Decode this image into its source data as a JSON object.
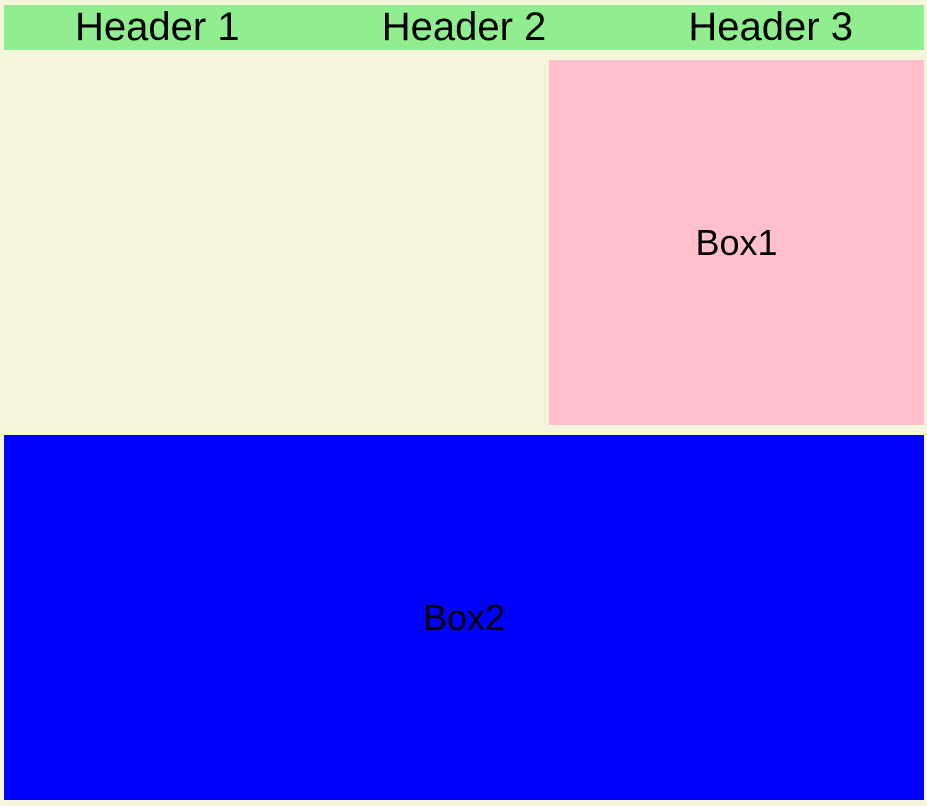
{
  "header": {
    "cells": [
      "Header 1",
      "Header 2",
      "Header 3"
    ]
  },
  "box1": {
    "label": "Box1"
  },
  "box2": {
    "label": "Box2"
  },
  "colors": {
    "background": "#f5f5dc",
    "header": "#90ee90",
    "box1": "#ffc0cb",
    "box2": "#0000ff",
    "text": "#000000"
  }
}
